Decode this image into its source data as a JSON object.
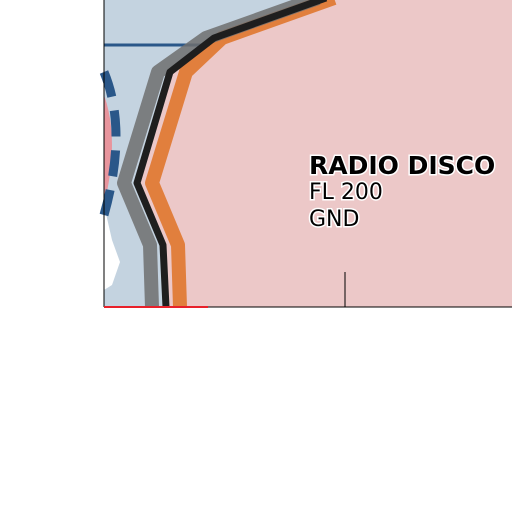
{
  "map": {
    "colors": {
      "background": "#ffffff",
      "restricted_area_fill": "#ecc8c8",
      "adjacent_area_fill": "#c4d3e0",
      "boundary_line": "#1e1e1e",
      "boundary_halo_outer": "#e0772e",
      "boundary_halo_inner": "#6f6f6f",
      "dashed_boundary": "#2a5789",
      "pink_area": "#e8959d",
      "tile_edge": "#000000",
      "edge_marker_red": "#e8202a"
    },
    "zone": {
      "name": "RADIO DISCO",
      "upper_limit": "FL 200",
      "lower_limit": "GND"
    }
  }
}
